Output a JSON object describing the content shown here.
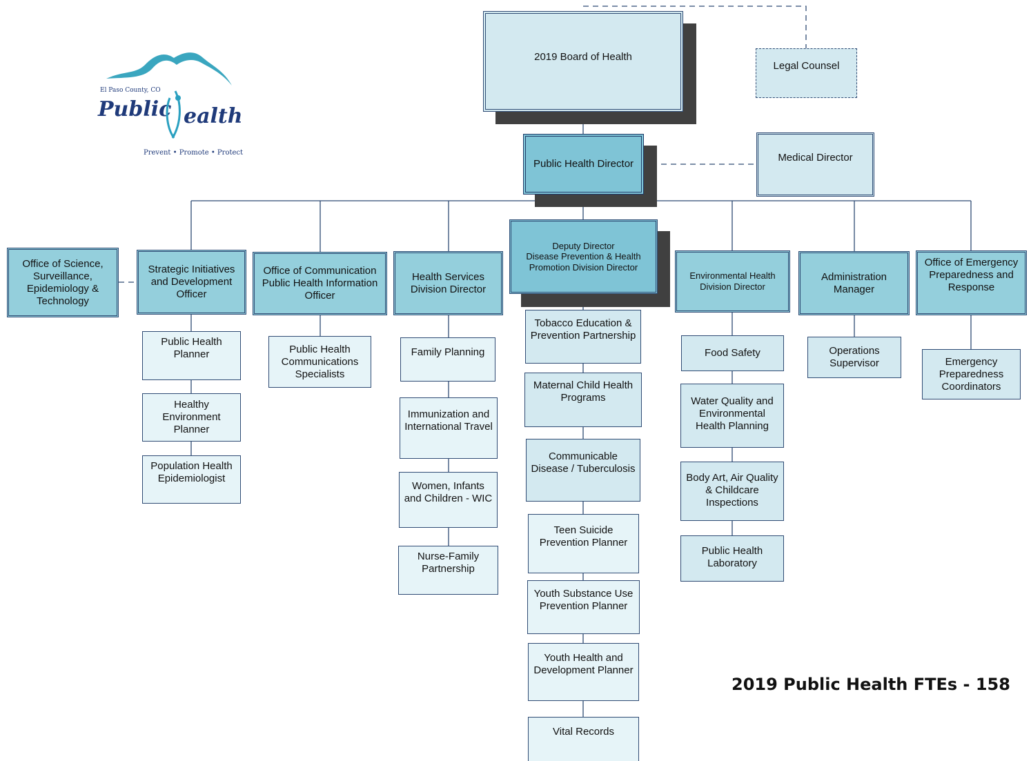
{
  "logo": {
    "county": "El Paso County, CO",
    "name_left": "Public",
    "name_right": "ealth",
    "tagline": "Prevent • Promote • Protect",
    "colors": {
      "mountain": "#3aa6bf",
      "text": "#1f3a7a",
      "figure": "#2aa0c0"
    }
  },
  "nodes": {
    "board": "2019 Board of Health",
    "legal": "Legal Counsel",
    "director": "Public Health Director",
    "medical": "Medical Director",
    "science": "Office of Science,\nSurveillance,\nEpidemiology &\nTechnology",
    "strategic": "Strategic Initiatives\nand Development\nOfficer",
    "communication": "Office of Communication\nPublic Health Information\nOfficer",
    "health_services": "Health Services\nDivision Director",
    "deputy": "Deputy Director\nDisease Prevention & Health\nPromotion Division Director",
    "environmental": "Environmental Health\nDivision Director",
    "administration": "Administration\nManager",
    "emergency": "Office of Emergency\nPreparedness and\nResponse",
    "ph_planner": "Public Health\nPlanner",
    "healthy_env": "Healthy\nEnvironment\nPlanner",
    "pop_health": "Population Health\nEpidemiologist",
    "comm_specialists": "Public Health\nCommunications\nSpecialists",
    "family_planning": "Family Planning",
    "immunization": "Immunization and\nInternational Travel",
    "wic": "Women, Infants\nand Children - WIC",
    "nurse_family": "Nurse-Family\nPartnership",
    "tobacco": "Tobacco Education &\nPrevention Partnership",
    "maternal": "Maternal Child Health\nPrograms",
    "communicable": "Communicable\nDisease / Tuberculosis",
    "teen_suicide": "Teen Suicide\nPrevention Planner",
    "youth_substance": "Youth Substance Use\nPrevention Planner",
    "youth_health": "Youth Health and\nDevelopment Planner",
    "vital_records": "Vital Records",
    "food_safety": "Food Safety",
    "water_quality": "Water Quality and\nEnvironmental\nHealth Planning",
    "body_art": "Body Art, Air Quality\n&  Childcare\nInspections",
    "ph_lab": "Public Health\nLaboratory",
    "operations": "Operations\nSupervisor",
    "ep_coordinators": "Emergency\nPreparedness\nCoordinators"
  },
  "footer": {
    "ftes": "2019 Public Health FTEs - 158"
  },
  "colors": {
    "line": "#2e4a73",
    "light_box": "#d3e9f0",
    "mid_box": "#94cfdc",
    "leaf_box": "#e6f4f8",
    "shadow": "#404040"
  }
}
